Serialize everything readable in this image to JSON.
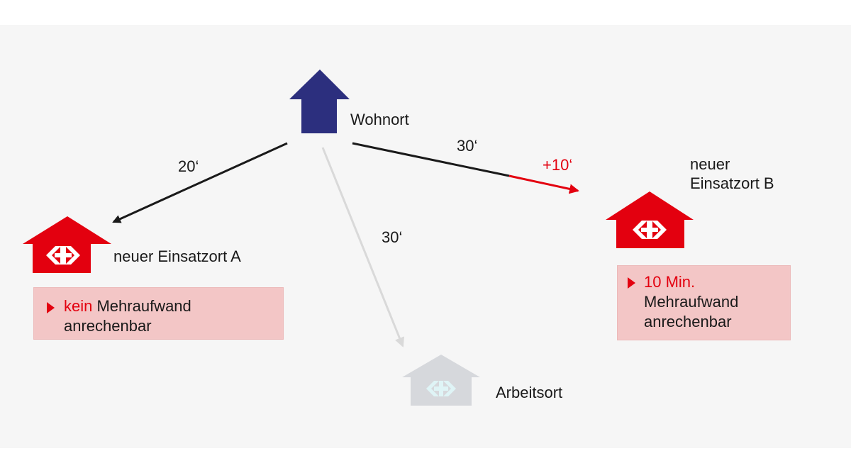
{
  "colors": {
    "home": "#2c2f7e",
    "sbb_red": "#e3000f",
    "arrow_dark": "#1a1a1a",
    "arrow_light": "#d9d9d9",
    "inactive_house": "#d6d8dc",
    "note_bg": "#f3c6c6"
  },
  "nodes": {
    "home": {
      "label": "Wohnort",
      "icon": "house-arrow-icon"
    },
    "site_a": {
      "label": "neuer Einsatzort A",
      "icon": "sbb-station-house-icon"
    },
    "site_b": {
      "label_line1": "neuer",
      "label_line2": "Einsatzort B",
      "icon": "sbb-station-house-icon"
    },
    "work": {
      "label": "Arbeitsort",
      "icon": "sbb-station-house-icon"
    }
  },
  "edges": {
    "to_a": {
      "time": "20‘"
    },
    "to_work": {
      "time": "30‘"
    },
    "to_b": {
      "time": "30‘",
      "extra": "+10‘"
    }
  },
  "notes": {
    "a": {
      "highlight": "kein",
      "text_line1": " Mehraufwand",
      "text_line2": "anrechenbar"
    },
    "b": {
      "highlight": "10 Min.",
      "text_line1": "Mehraufwand",
      "text_line2": "anrechenbar"
    }
  }
}
